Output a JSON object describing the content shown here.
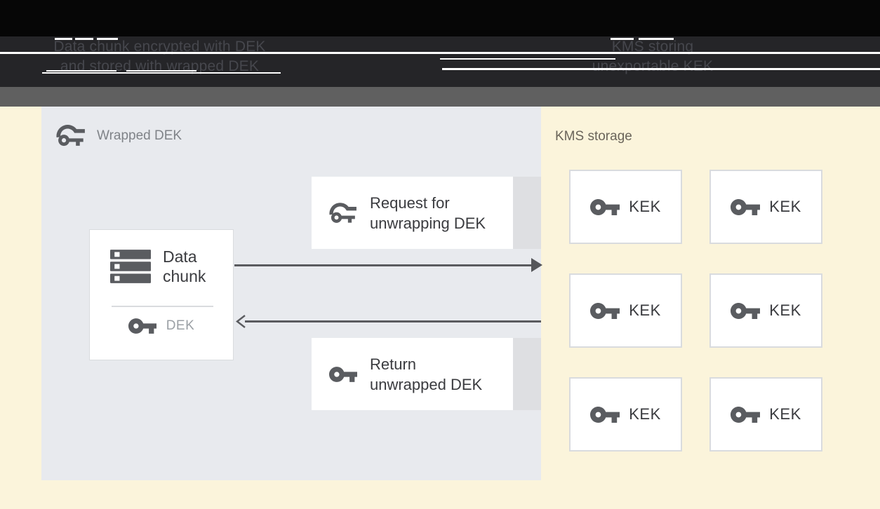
{
  "header": {
    "left_caption": {
      "line1": "Data chunk encrypted with DEK",
      "line2": "and stored with wrapped DEK"
    },
    "right_caption": {
      "line1": "KMS storing",
      "line2": "unexportable KEK"
    }
  },
  "dek_zone": {
    "label": "Wrapped DEK",
    "data_chunk": {
      "title_line1": "Data",
      "title_line2": "chunk",
      "key_label": "DEK"
    },
    "request_box": {
      "line1": "Request for",
      "line2": "unwrapping DEK"
    },
    "return_box": {
      "line1": "Return",
      "line2": "unwrapped DEK"
    }
  },
  "kms_zone": {
    "label": "KMS storage",
    "kek_boxes": [
      {
        "label": "KEK"
      },
      {
        "label": "KEK"
      },
      {
        "label": "KEK"
      },
      {
        "label": "KEK"
      },
      {
        "label": "KEK"
      },
      {
        "label": "KEK"
      }
    ]
  },
  "colors": {
    "cream_background": "#FBF4DB",
    "panel_background": "#E8EAEE",
    "header_black": "#060606",
    "header_charcoal": "#252528",
    "gray_band": "#606060",
    "icon_gray": "#5A5C60",
    "arrow_gray": "#5A5B5F",
    "box_text": "#3A3B3F",
    "muted_label": "#9BA0A5"
  }
}
